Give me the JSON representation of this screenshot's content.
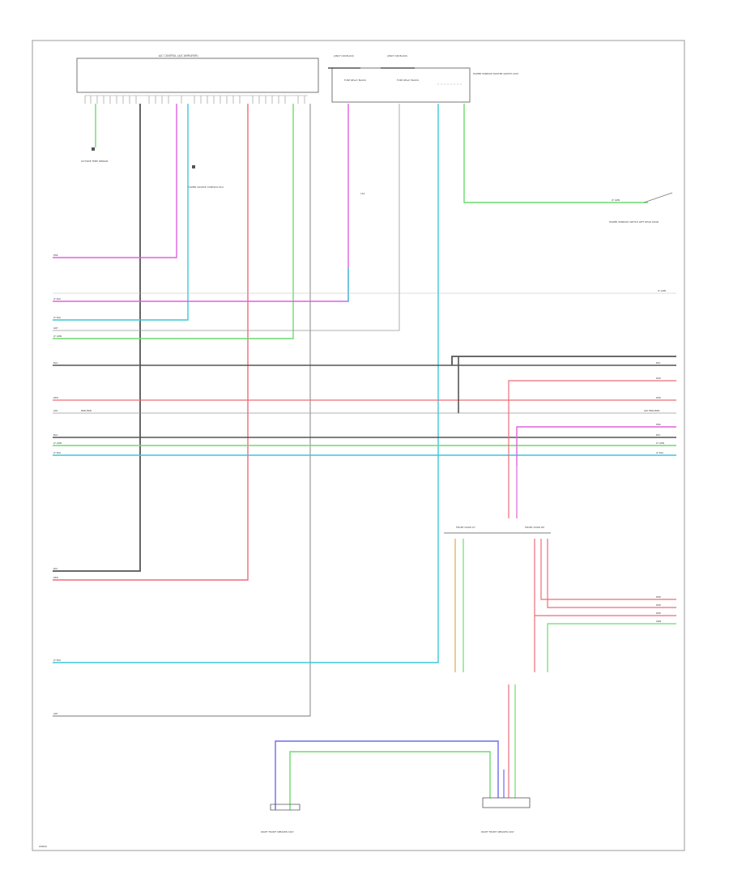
{
  "diagram": {
    "page_tag": "W0000",
    "blocks": {
      "main_control_unit": "A/C CONTROL (A/C AMPLIFIER)",
      "jbox_left": "JUNCT ION BLOCK",
      "jbox_right": "JUNCT ION BLOCK",
      "left_box_text": "FUSE RELAY BLOCK",
      "mid_box_text": "FUSE RELAY BLOCK",
      "right_box_text": "POWER WINDOW MASTER SWITCH ASSY",
      "fuse_label": "15A",
      "switch_caption": "POWER WINDOW SWITCH LEFT REAR DOOR",
      "left_sensor_caption": "OUTSIDE TEMP SENSOR",
      "left_ground_caption": "POWER SOURCE CONTROL ECU",
      "lower_left_connector": "FRONT DOOR LH",
      "lower_right_connector": "FRONT DOOR RH",
      "bottom_left_component": "RIGHT FRONT SPEAKER ASSY",
      "bottom_right_component": "RIGHT FRONT SPEAKER ASSY"
    },
    "wire_tags": {
      "row1_left": "PNK",
      "row2_left": "LT BLU",
      "row2_right": "LT GRN",
      "row3_left": "LT BLU",
      "row4_left": "GRY",
      "row5_left": "LT GRN",
      "row6_left": "BLK",
      "row7_left": "RED",
      "row8_left": "GRY",
      "row8_mid": "BRN BRN",
      "row9_left": "BLK",
      "row10_left": "LT GRN",
      "row11_left": "LT BLU",
      "row6_right": "BLK",
      "row7_right": "RED",
      "row8_right": "GRY BRN BRN",
      "row9_right": "PNK",
      "row10_right": "BLK",
      "row11_right": "LT GRN",
      "row12_right": "LT BLU",
      "pink_right": "PNK",
      "red_right": "RED",
      "bl_black": "BLK",
      "bl_red": "RED",
      "bl_cyan": "LT BLU",
      "bl_gray": "GRY",
      "lr_red1": "RED",
      "lr_red2": "RED",
      "lr_red3": "RED",
      "lr_grn": "GRN",
      "switch_wire": "LT GRN"
    }
  }
}
